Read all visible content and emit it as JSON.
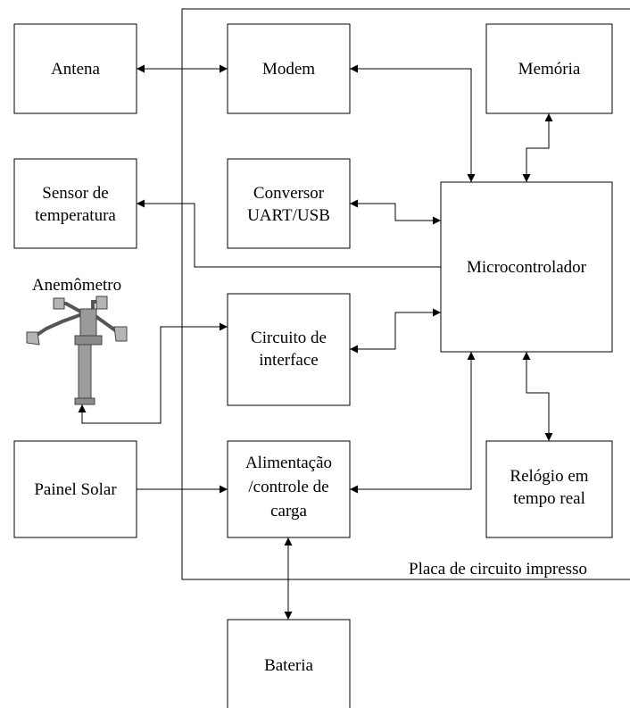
{
  "diagram": {
    "pcb_label": "Placa de circuito impresso",
    "blocks": {
      "antena": "Antena",
      "modem": "Modem",
      "memoria": "Memória",
      "sensor": [
        "Sensor de",
        "temperatura"
      ],
      "conversor": [
        "Conversor",
        "UART/USB"
      ],
      "micro": "Microcontrolador",
      "anemometro": "Anemômetro",
      "circuito": [
        "Circuito de",
        "interface"
      ],
      "painel": "Painel Solar",
      "alimentacao": [
        "Alimentação",
        "/controle de",
        "carga"
      ],
      "relogio": [
        "Relógio em",
        "tempo real"
      ],
      "bateria": "Bateria"
    }
  }
}
